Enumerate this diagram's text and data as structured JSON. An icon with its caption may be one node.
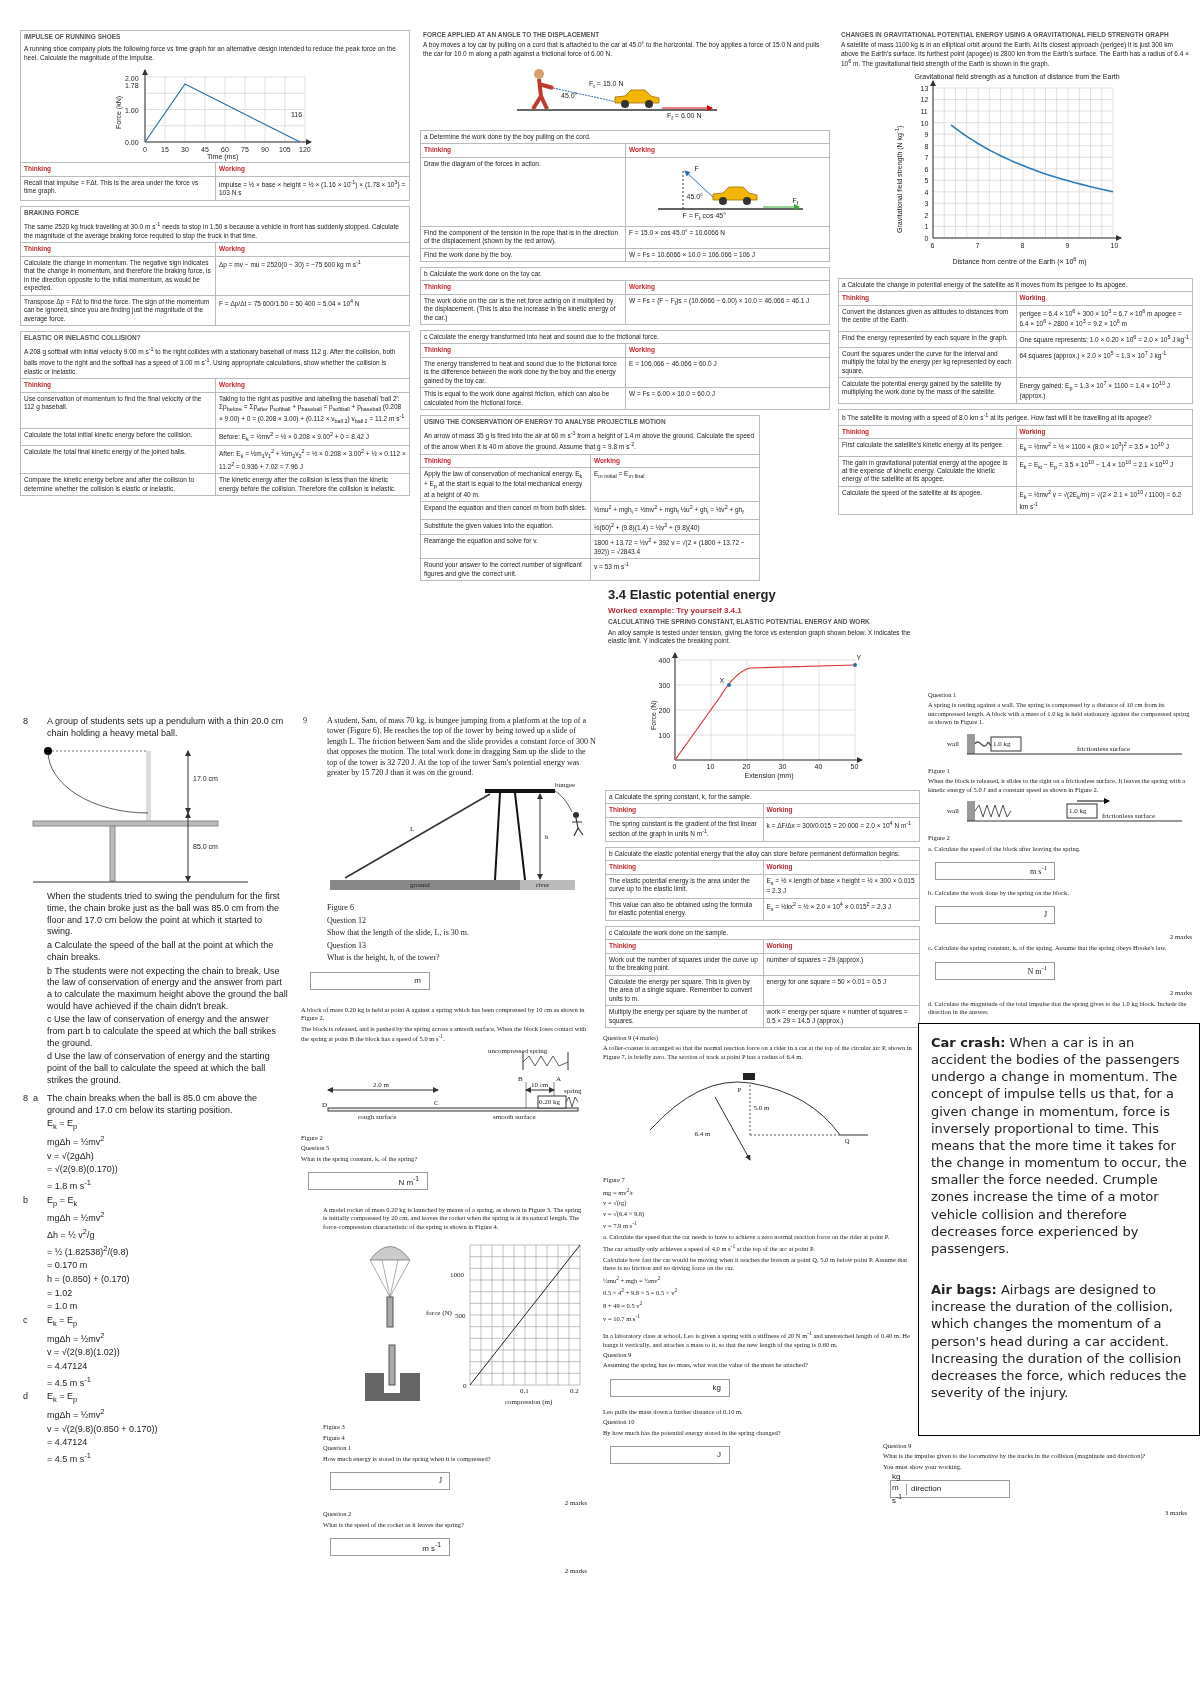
{
  "diagram": {
    "nodes": [
      {
        "text": [
          "IMPULSE OF RUNNING SHOES",
          "A running shoe company plots the following force vs time graph for an alternative design intended to reduce the peak force on the heel. Calculate the magnitude of the impulse.",
          "Thinking",
          "Working",
          "Recall that impulse = FΔt. This is the area under the force vs time graph.",
          "impulse = ½ × base × height = ½ × (1.16 × 10$^{-1}$) × (1.78 × 10$^{3}$) = 103 N s"
        ]
      },
      {
        "text": [
          "BRAKING FORCE",
          "The same 2520 kg truck travelling at 30.0 m s$^{-1}$ needs to stop in 1.50 s because a vehicle in front has suddenly stopped. Calculate the magnitude of the average braking force required to stop the truck in that time.",
          "Thinking",
          "Working",
          "Calculate the change in momentum. The negative sign indicates that the change in momentum, and therefore the braking force, is in the direction opposite to the initial momentum, as would be expected.",
          "Δp = mv − mu = 2520(0 − 30) = −75 600 kg m s$^{-1}$",
          "Transpose Δp = FΔt to find the force. The sign of the momentum can be ignored, since you are finding just the magnitude of the average force.",
          "F = Δp/Δt = 75 600/1.50 = 50 400 = 5.04 × 10$^{4}$ N"
        ]
      },
      {
        "text": [
          "ELASTIC OR INELASTIC COLLISION?",
          "A 208 g softball with initial velocity 9.00 m s$^{-1}$ to the right collides with a stationary baseball of mass 112 g. After the collision, both balls move to the right and the softball has a speed of 3.00 m s$^{-1}$. Using appropriate calculations, show whether the collision is elastic or inelastic.",
          "Thinking",
          "Working",
          "Use conservation of momentum to find the final velocity of the 112 g baseball.",
          "Taking to the right as positive and labelling the baseball 'ball 2': Σp$_{before}$ = Σp$_{after}$ p$_{softball}$ + p$_{baseball}$ = p$_{softball}$ + p$_{baseball}$ (0.208 × 9.00) + 0 = (0.208 × 3.00) + (0.112 × v$_{ball 2}$) v$_{ball 2}$ = 11.2 m s$^{-1}$",
          "Calculate the total initial kinetic energy before the collision.",
          "Before: E$_{k}$ = ½mv$^{2}$ = ½ × 0.208 × 9.00$^{2}$ + 0 = 8.42 J",
          "Calculate the total final kinetic energy of the joined balls.",
          "After: E$_{k}$ = ½m$_{1}$v$_{1}$$^{2}$ + ½m$_{2}$v$_{2}$$^{2}$ = ½ × 0.208 × 3.00$^{2}$ + ½ × 0.112 × 11.2$^{2}$ = 0.936 + 7.02 = 7.96 J",
          "Compare the kinetic energy before and after the collision to determine whether the collision is elastic or inelastic.",
          "The kinetic energy after the collision is less than the kinetic energy before the collision. Therefore the collision is inelastic."
        ]
      },
      {
        "text": [
          "FORCE APPLIED AT AN ANGLE TO THE DISPLACEMENT",
          "A boy moves a toy car by pulling on a cord that is attached to the car at 45.0° to the horizontal. The boy applies a force of 15.0 N and pulls the car for 10.0 m along a path against a frictional force of 6.00 N."
        ]
      },
      {
        "text": [
          "a   Determine the work done by the boy pulling on the cord.",
          "Thinking",
          "Working",
          "Draw the diagram of the forces in action.",
          "Find the component of the tension in the rope that is in the direction of the displacement (shown by the red arrow).",
          "F = 15.0 × cos 45.0° = 10.6066 N",
          "Find the work done by the boy.",
          "W = Fs = 10.6066 × 10.0 = 106.066 = 106 J"
        ]
      },
      {
        "text": [
          "b   Calculate the work done on the toy car.",
          "Thinking",
          "Working",
          "The work done on the car is the net force acting on it multiplied by the displacement. (This is also the increase in the kinetic energy of the car.)",
          "W = Fs = (F − F$_{f}$)s = (10.6066 − 6.00) × 10.0 = 46.066 = 46.1 J"
        ]
      },
      {
        "text": [
          "c   Calculate the energy transformed into heat and sound due to the frictional force.",
          "Thinking",
          "Working",
          "The energy transferred to heat and sound due to the frictional force is the difference between the work done by the boy and the energy gained by the toy car.",
          "E = 106.066 − 46.066 = 60.0 J",
          "This is equal to the work done against friction, which can also be calculated from the frictional force.",
          "W = Fs = 6.00 × 10.0 = 60.0 J"
        ]
      },
      {
        "text": [
          "CHANGES IN GRAVITATIONAL POTENTIAL ENERGY USING A GRAVITATIONAL FIELD STRENGTH GRAPH",
          "A satellite of mass 1100 kg is in an elliptical orbit around the Earth. At its closest approach (perigee) it is just 300 km above the Earth's surface. Its furthest point (apogee) is 2800 km from the Earth's surface. The Earth has a radius of 6.4 × 10$^{6}$ m. The gravitational field strength of the Earth is shown in the graph."
        ]
      },
      {
        "text": [
          "a   Calculate the change in potential energy of the satellite as it moves from its perigee to its apogee.",
          "Thinking",
          "Working",
          "Convert the distances given as altitudes to distances from the centre of the Earth.",
          "perigee = 6.4 × 10$^{6}$ + 300 × 10$^{3}$ = 6.7 × 10$^{6}$ m apogee = 6.4 × 10$^{6}$ + 2800 × 10$^{3}$ = 9.2 × 10$^{6}$ m",
          "Find the energy represented by each square in the graph.",
          "One square represents: 1.0 × 0.20 × 10$^{6}$ = 2.0 × 10$^{5}$ J kg$^{-1}$",
          "Count the squares under the curve for the interval and multiply the total by the energy per kg represented by each square.",
          "64 squares (approx.) × 2.0 × 10$^{5}$ = 1.3 × 10$^{7}$ J kg$^{-1}$",
          "Calculate the potential energy gained by the satellite by multiplying the work done by the mass of the satellite.",
          "Energy gained: E$_{p}$ = 1.3 × 10$^{7}$ × 1100 = 1.4 × 10$^{10}$ J (approx.)"
        ]
      },
      {
        "text": [
          "b   The satellite is moving with a speed of 8.0 km s$^{-1}$ at its perigee. How fast will it be travelling at its apogee?",
          "Thinking",
          "Working",
          "First calculate the satellite's kinetic energy at its perigee.",
          "E$_{k}$ = ½mv$^{2}$ = ½ × 1100 × (8.0 × 10$^{3}$)$^{2}$ = 3.5 × 10$^{10}$ J",
          "The gain in gravitational potential energy at the apogee is at the expense of kinetic energy. Calculate the kinetic energy of the satellite at its apogee.",
          "E$_{k}$ = E$_{ki}$ − E$_{p}$ = 3.5 × 10$^{10}$ − 1.4 × 10$^{10}$ = 2.1 × 10$^{10}$ J",
          "Calculate the speed of the satellite at its apogee.",
          "E$_{k}$ = ½mv$^{2}$ v = √(2E$_{k}$/m) = √(2 × 2.1 × 10$^{10}$ / 1100) = 6.2 km s$^{-1}$"
        ]
      },
      {
        "text": [
          "USING THE CONSERVATION OF ENERGY TO ANALYSE PROJECTILE MOTION",
          "An arrow of mass 35 g is fired into the air at 60 m s$^{-1}$ from a height of 1.4 m above the ground. Calculate the speed of the arrow when it is 40 m above the ground. Assume that g = 9.8 m s$^{-2}$.",
          "Thinking",
          "Working",
          "Apply the law of conservation of mechanical energy. E$_{k}$ + E$_{p}$ at the start is equal to the total mechanical energy at a height of 40 m.",
          "E$_{m initial}$ = E$_{m final}$",
          "Expand the equation and then cancel m from both sides.",
          "½mu$^{2}$ + mgh$_{i}$ = ½mv$^{2}$ + mgh$_{f}$ ½u$^{2}$ + gh$_{i}$ = ½v$^{2}$ + gh$_{f}$",
          "Substitute the given values into the equation.",
          "½(60)$^{2}$ + (9.8)(1.4) = ½v$^{2}$ + (9.8)(40)",
          "Rearrange the equation and solve for v.",
          "1800 + 13.72 = ½v$^{2}$ + 392 v = √(2 × (1800 + 13.72 − 392)) = √2843.4",
          "Round your answer to the correct number of significant figures and give the correct unit.",
          "v = 53 m s$^{-1}$"
        ]
      },
      {
        "text": [
          "8",
          "A group of students sets up a pendulum with a thin 20.0 cm chain holding a heavy metal ball.",
          "When the students tried to swing the pendulum for the first time, the chain broke just as the ball was 85.0 cm from the floor and 17.0 cm below the point at which it started to swing.",
          "a   Calculate the speed of the ball at the point at which the chain breaks.",
          "b   The students were not expecting the chain to break. Use the law of conservation of energy and the answer from part a to calculate the maximum height above the ground the ball would have achieved if the chain didn't break.",
          "c   Use the law of conservation of energy and the answer from part b to calculate the speed at which the ball strikes the ground.",
          "d   Use the law of conservation of energy and the starting point of the ball to calculate the speed at which the ball strikes the ground."
        ]
      },
      {
        "text": [
          "9",
          "A student, Sam, of mass 70 kg, is bungee jumping from a platform at the top of a tower (Figure 6). He reaches the top of the tower by being towed up a slide of length L. The friction between Sam and the slide provides a constant force of 300 N that opposes the motion. The total work done in dragging Sam up the slide to the top of the tower is 32 720 J. At the top of the tower Sam's potential energy was greater by 15 720 J than it was on the ground.",
          "Figure 6",
          "Question 12",
          "Show that the length of the slide, L, is 30 m.",
          "Question 13",
          "What is the height, h, of the tower?"
        ]
      },
      {
        "text": [
          "m"
        ]
      },
      {
        "text": [
          "3.4 Elastic potential energy",
          "Worked example: Try yourself 3.4.1",
          "CALCULATING THE SPRING CONSTANT, ELASTIC POTENTIAL ENERGY AND WORK",
          "An alloy sample is tested under tension, giving the force vs extension graph shown below. X indicates the elastic limit. Y indicates the breaking point."
        ]
      },
      {
        "text": [
          "a   Calculate the spring constant, k, for the sample.",
          "Thinking",
          "Working",
          "The spring constant is the gradient of the first linear section of the graph in units N m$^{-1}$.",
          "k = ΔF/Δx = 300/0.015 = 20 000 = 2.0 × 10$^{4}$ N m$^{-1}$"
        ]
      },
      {
        "text": [
          "b   Calculate the elastic potential energy that the alloy can store before permanent deformation begins.",
          "Thinking",
          "Working",
          "The elastic potential energy is the area under the curve up to the elastic limit.",
          "E$_{s}$ = ½ × length of base × height = ½ × 300 × 0.015 = 2.3 J",
          "This value can also be obtained using the formula for elastic potential energy.",
          "E$_{s}$ = ½kx$^{2}$ = ½ × 2.0 × 10$^{4}$ × 0.015$^{2}$ = 2.3 J"
        ]
      },
      {
        "text": [
          "c   Calculate the work done on the sample.",
          "Thinking",
          "Working",
          "Work out the number of squares under the curve up to the breaking point.",
          "number of squares = 29 (approx.)",
          "Calculate the energy per square. This is given by the area of a single square. Remember to convert units to m.",
          "energy for one square = 50 × 0.01 = 0.5 J",
          "Multiply the energy per square by the number of squares.",
          "work = energy per square × number of squares = 0.5 × 29 = 14.5 J (approx.)"
        ]
      },
      {
        "text": [
          "Question 1",
          "A spring is resting against a wall. The spring is compressed by a distance of 10 cm from its uncompressed length. A block with a mass of 1.0 kg is held stationary against the compressed spring as shown in Figure 1.",
          "Figure 1",
          "When the block is released, it slides to the right on a frictionless surface. It leaves the spring with a kinetic energy of 5.0 J and a constant speed as shown in Figure 2.",
          "Figure 2",
          "a.   Calculate the speed of the block after leaving the spring.",
          "b.   Calculate the work done by the spring on the block.",
          "c.   Calculate the spring constant, k, of the spring. Assume that the spring obeys Hooke's law.",
          "d.   Calculate the magnitude of the total impulse that the spring gives to the 1.0 kg block. Include the direction in the answer."
        ]
      },
      {
        "text": [
          "m s$^{-1}$"
        ],
        "in": 18
      },
      {
        "text": [
          "J"
        ],
        "in": 18
      },
      {
        "text": [
          "N m$^{-1}$"
        ],
        "in": 18
      },
      {
        "text": [
          "8",
          "a",
          "The chain breaks when the ball is 85.0 cm above the ground and 17.0 cm below its starting position.",
          "E$_{k}$ = E$_{p}$",
          "mgΔh = ½mv$^{2}$",
          "v = √(2gΔh)",
          "= √(2(9.8)(0.170))",
          "= 1.8 m s$^{-1}$",
          "b",
          "E$_{p}$ = E$_{k}$",
          "mgΔh = ½mv$^{2}$",
          "Δh = ½ v$^{2}$/g",
          "= ½ (1.82538)$^{2}$/(9.8)",
          "= 0.170 m",
          "h = (0.850) + (0.170)",
          "= 1.02",
          "= 1.0 m",
          "c",
          "E$_{k}$ = E$_{p}$",
          "mgΔh = ½mv$^{2}$",
          "v = √(2(9.8)(1.02))",
          "= 4.47124",
          "= 4.5 m s$^{-1}$",
          "d",
          "E$_{k}$ = E$_{p}$",
          "mgΔh = ½mv$^{2}$",
          "v = √(2(9.8)(0.850 + 0.170))",
          "= 4.47124",
          "= 4.5 m s$^{-1}$"
        ]
      },
      {
        "text": [
          "A block of mass 0.20 kg is held at point A against a spring which has been compressed by 10 cm as shown in Figure 2.",
          "The block is released, and is pushed by the spring across a smooth surface. When the block loses contact with the spring at point B the block has a speed of 5.0 m s$^{-1}$.",
          "Figure 2",
          "Question 5",
          "What is the spring constant, k, of the spring?"
        ]
      },
      {
        "text": [
          "N m$^{-1}$"
        ]
      },
      {
        "text": [
          "A model rocket of mass 0.20 kg is launched by means of a spring, as shown in Figure 3. The spring is initially compressed by 20 cm, and leaves the rocket when the spring is at its natural length. The force-compression characteristic of the spring is shown in Figure 4.",
          "Figure 3",
          "Figure 4",
          "Question 1",
          "How much energy is stored in the spring when it is compressed?",
          "Question 2",
          "What is the speed of the rocket as it leaves the spring?"
        ]
      },
      {
        "text": [
          "J"
        ],
        "in": 25
      },
      {
        "text": [
          "m s$^{-1}$"
        ]
      },
      {
        "text": [
          "Question 9 (4 marks)",
          "A roller-coaster is arranged so that the normal reaction force on a rider in a car at the top of the circular arc P, shown in Figure 7, is briefly zero. The section of track at point P has a radius of 6.4 m.",
          "Figure 7",
          "mg = mv$^{2}$/r",
          "v = √(rg)",
          "v = √(6.4 × 9.8)",
          "v = 7.9 m s$^{-1}$",
          "a.   Calculate the speed that the car needs to have to achieve a zero normal reaction force on the rider at point P.",
          "The car actually only achieves a speed of 4.0 m s$^{-1}$ at the top of the arc at point P.",
          "Calculate how fast the car would be moving when it reaches the bottom at point Q, 5.0 m below point P. Assume that there is no friction and no driving force on the car.",
          "½mu$^{2}$ + mgh = ½mv$^{2}$",
          "0.5 × 4$^{2}$ + 9.8 × 5 = 0.5 × v$^{2}$",
          "8 + 49 = 0.5 v$^{2}$",
          "v = 10.7 m s$^{-1}$"
        ]
      },
      {
        "text": [
          "In a laboratory class at school, Leo is given a spring with a stiffness of 20 N m$^{-1}$ and unstretched length of 0.40 m. He hangs it vertically, and attaches a mass to it, so that the new length of the spring is 0.60 m.",
          "Question 9",
          "Assuming the spring has no mass, what was the value of the mass he attached?",
          "Leo pulls the mass down a further distance of 0.10 m.",
          "Question 10",
          "By how much has the potential energy stored in the spring changed?"
        ]
      },
      {
        "text": [
          "kg"
        ]
      },
      {
        "text": [
          "J"
        ]
      },
      {
        "text": [
          "**Car crash:** When a car is in an accident the bodies of the passengers undergo a change in momentum. The concept of impulse tells us that, for a given change in momentum, force is inversely proportional to time. This means that the more time it takes for the change in momentum to occur, the smaller the force needed. Crumple zones increase the time of a motor vehicle collision and therefore decreases force experienced by passengers.",
          "**Air bags:** Airbags are designed to increase the duration of the collision, which changes the momentum of a person's head during a car accident. Increasing the duration of the collision decreases the force, which reduces the severity of the injury."
        ]
      },
      {
        "text": [
          "Question 9",
          "What is the impulse given to the locomotive by the trucks in the collision (magnitude and direction)?",
          "You must show your working."
        ]
      },
      {
        "text": [
          "kg m s$^{-1}$",
          "direction"
        ]
      }
    ],
    "labels": [
      "Force (kN)",
      "2.00",
      "1.78",
      "1.00",
      "0.00",
      "0",
      "15",
      "30",
      "45",
      "60",
      "75",
      "90",
      "105",
      "120",
      "Time (ms)",
      "116",
      "F$_{t}$ = 15.0 N",
      "45.0°",
      "F$_{f}$ = 6.00 N",
      "F",
      "45.0°",
      "F = F$_{t}$ cos 45°",
      "F$_{f}$",
      "Gravitational field strength as a function of distance from the Earth",
      "Gravitational field strength (N kg$^{-1}$)",
      "Distance from centre of the Earth (× 10$^{6}$ m)",
      "0",
      "1",
      "2",
      "3",
      "4",
      "5",
      "6",
      "7",
      "8",
      "9",
      "10",
      "11",
      "12",
      "13",
      "6",
      "7",
      "8",
      "9",
      "10",
      "17.0 cm",
      "85.0 cm",
      "bungee",
      "L",
      "h",
      "ground",
      "river",
      "Force (N)",
      "400",
      "300",
      "200",
      "100",
      "0",
      "10",
      "20",
      "30",
      "40",
      "50",
      "Extension (mm)",
      "X",
      "Y",
      "wall",
      "1.0 kg",
      "frictionless surface",
      "wall",
      "1.0 kg",
      "frictionless surface",
      "uncompressed spring",
      "2.0 m",
      "B",
      "10 cm",
      "A",
      "spring",
      "D",
      "C",
      "0.20 kg",
      "rough surface",
      "smooth surface",
      "1000",
      "force (N)",
      "500",
      "0",
      "0.1",
      "0.2",
      "compression (m)",
      "P",
      "5.0 m",
      "6.4 m",
      "Q",
      "2 marks",
      "2 marks",
      "2 marks",
      "2 marks",
      "3 marks"
    ]
  }
}
